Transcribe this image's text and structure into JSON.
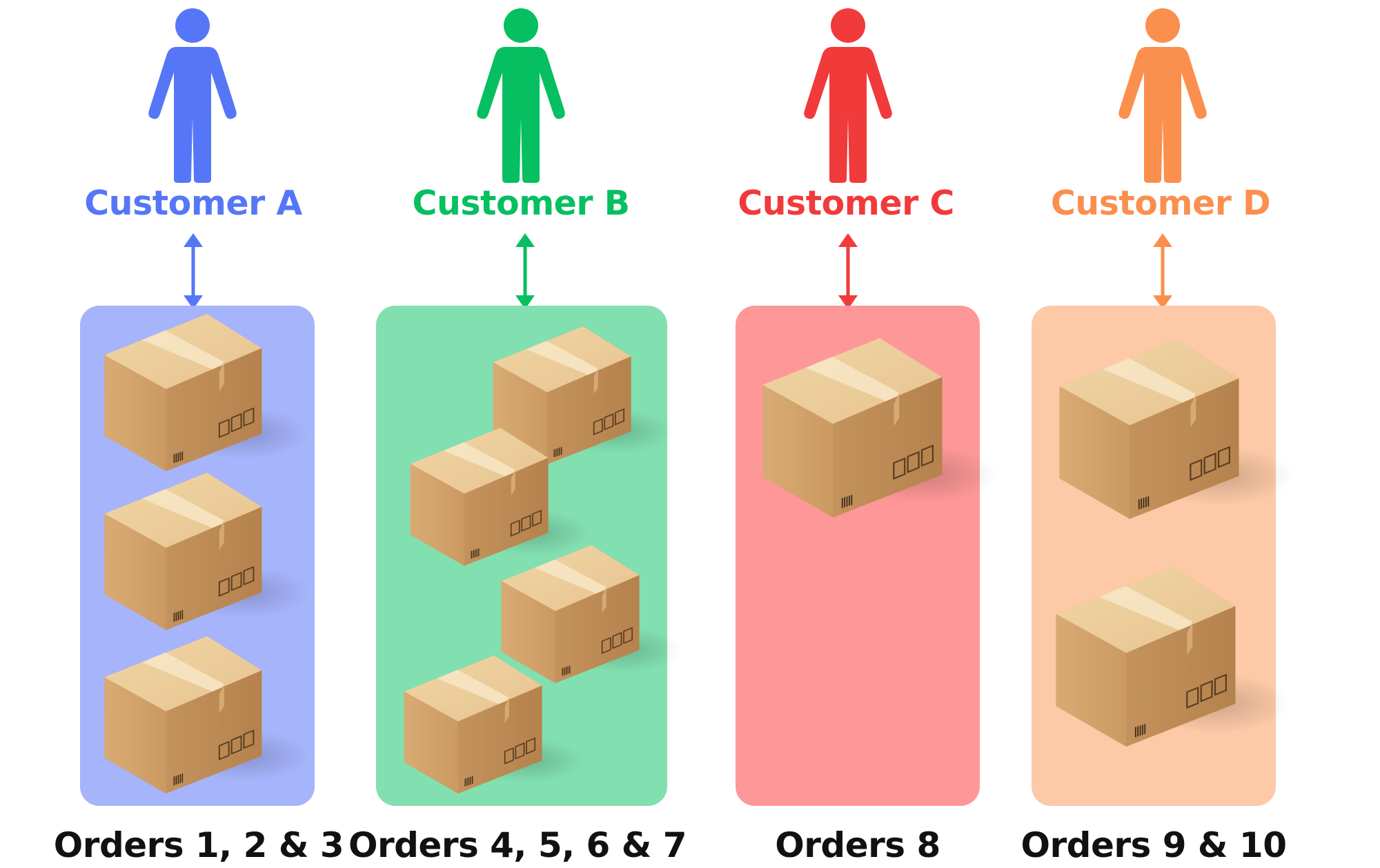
{
  "customers": [
    {
      "label": "Customer A",
      "color": "#5577f7",
      "panel_color": "#a6b4fb",
      "orders_label": "Orders 1, 2 & 3",
      "box_count": 3
    },
    {
      "label": "Customer B",
      "color": "#05bf60",
      "panel_color": "#82dfb0",
      "orders_label": "Orders 4, 5, 6 & 7",
      "box_count": 4
    },
    {
      "label": "Customer C",
      "color": "#f13a3a",
      "panel_color": "#fe9898",
      "orders_label": "Orders 8",
      "box_count": 1
    },
    {
      "label": "Customer D",
      "color": "#fb8f4e",
      "panel_color": "#fdc9a7",
      "orders_label": "Orders 9 & 10",
      "box_count": 2
    }
  ],
  "icons": {
    "person": "person-icon",
    "arrow": "double-arrow-icon",
    "box": "cardboard-box-icon"
  }
}
